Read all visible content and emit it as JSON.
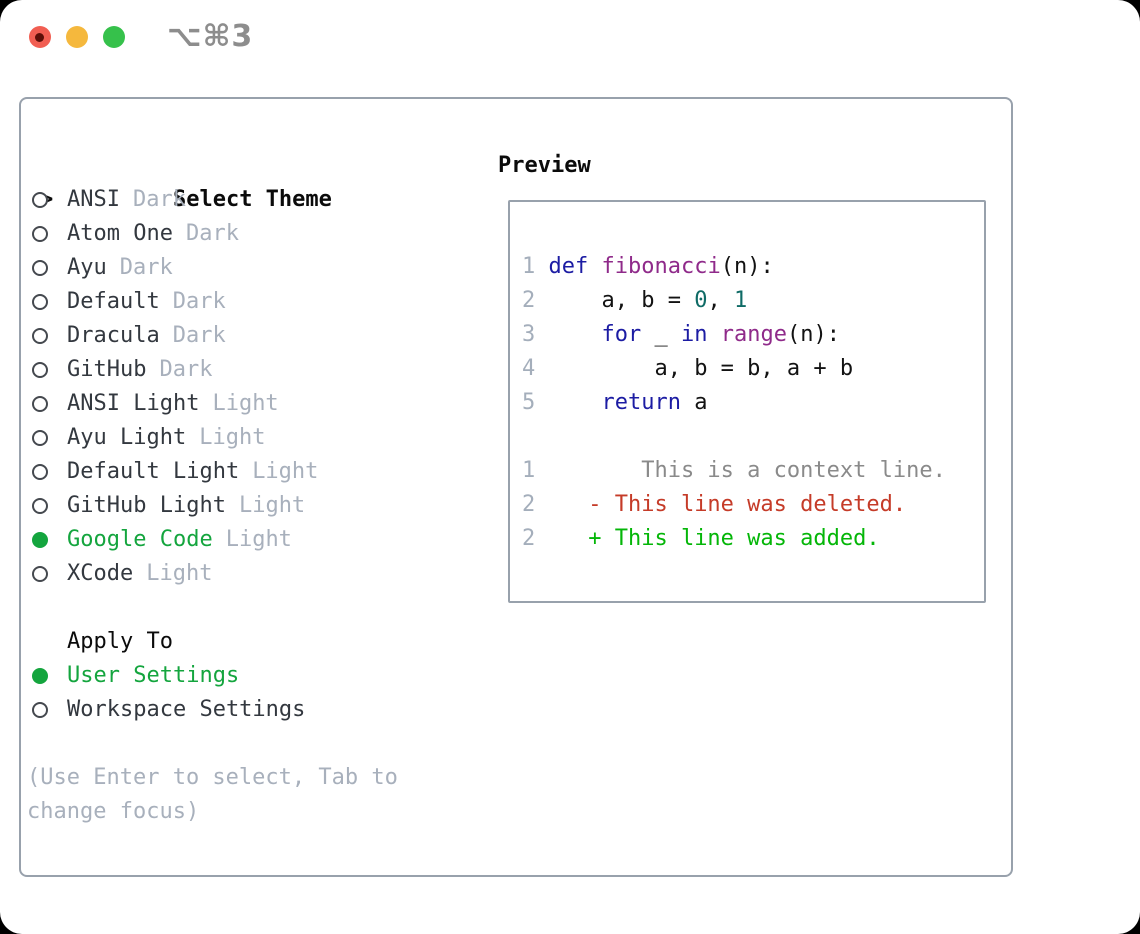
{
  "window": {
    "titlebar": {
      "title": "⌥⌘3",
      "buttons": [
        "close",
        "minimize",
        "maximize"
      ]
    }
  },
  "colors": {
    "tl_red": "#f15e52",
    "tl_red_dot": "#5c0f08",
    "tl_yellow": "#f5b83d",
    "tl_green": "#36c14b",
    "title_gray": "#8d8d8d",
    "border_gray": "#98a1ac",
    "header_black": "#0b0b0b",
    "item_text": "#33383f",
    "tag_text": "#a8b0bc",
    "hint_text": "#a8b0bc",
    "selected_green": "#14a53e",
    "radio_outline": "#45494f",
    "line_number": "#a4aebb",
    "code_black": "#121212",
    "keyword_blue": "#1c1ca3",
    "function_purple": "#8f2a8a",
    "literal_teal": "#0f6b66",
    "context_gray": "#8a8a8a",
    "deleted_red": "#c53b28",
    "added_green": "#04b608"
  },
  "theme_panel": {
    "header_prompt": ">",
    "header": "Select Theme",
    "themes": [
      {
        "label": "ANSI",
        "tag": "Dark",
        "selected": false
      },
      {
        "label": "Atom One",
        "tag": "Dark",
        "selected": false
      },
      {
        "label": "Ayu",
        "tag": "Dark",
        "selected": false
      },
      {
        "label": "Default",
        "tag": "Dark",
        "selected": false
      },
      {
        "label": "Dracula",
        "tag": "Dark",
        "selected": false
      },
      {
        "label": "GitHub",
        "tag": "Dark",
        "selected": false
      },
      {
        "label": "ANSI Light",
        "tag": "Light",
        "selected": false
      },
      {
        "label": "Ayu Light",
        "tag": "Light",
        "selected": false
      },
      {
        "label": "Default Light",
        "tag": "Light",
        "selected": false
      },
      {
        "label": "GitHub Light",
        "tag": "Light",
        "selected": false
      },
      {
        "label": "Google Code",
        "tag": "Light",
        "selected": true
      },
      {
        "label": "XCode",
        "tag": "Light",
        "selected": false
      }
    ],
    "apply_to": {
      "header": "Apply To",
      "options": [
        {
          "label": "User Settings",
          "selected": true
        },
        {
          "label": "Workspace Settings",
          "selected": false
        }
      ]
    },
    "hint_lines": [
      "(Use Enter to select, Tab to",
      "change focus)"
    ]
  },
  "preview": {
    "header": "Preview",
    "code_lines": [
      {
        "num": "1",
        "tokens": [
          [
            "def",
            "kw"
          ],
          [
            " "
          ],
          [
            "fibonacci",
            "fn"
          ],
          [
            "(n):"
          ]
        ]
      },
      {
        "num": "2",
        "tokens": [
          [
            "    a, b = "
          ],
          [
            "0",
            "lit"
          ],
          [
            ", "
          ],
          [
            "1",
            "lit"
          ]
        ]
      },
      {
        "num": "3",
        "tokens": [
          [
            "    "
          ],
          [
            "for",
            "kw"
          ],
          [
            " _ "
          ],
          [
            "in",
            "kw"
          ],
          [
            " "
          ],
          [
            "range",
            "fn"
          ],
          [
            "(n):"
          ]
        ]
      },
      {
        "num": "4",
        "tokens": [
          [
            "        a, b = b, a + b"
          ]
        ]
      },
      {
        "num": "5",
        "tokens": [
          [
            "    "
          ],
          [
            "return",
            "kw"
          ],
          [
            " a"
          ]
        ]
      }
    ],
    "diff_lines": [
      {
        "num": "1",
        "kind": "context",
        "text": "        This is a context line."
      },
      {
        "num": "2",
        "kind": "deleted",
        "text": "    - This line was deleted."
      },
      {
        "num": "2",
        "kind": "added",
        "text": "    + This line was added."
      }
    ]
  }
}
